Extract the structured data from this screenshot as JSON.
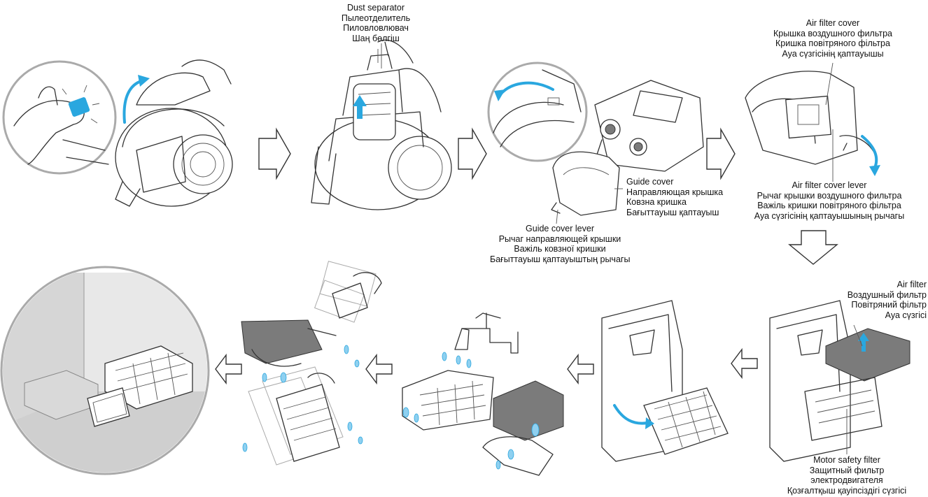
{
  "labels": {
    "dust_separator": [
      "Dust separator",
      "Пылеотделитель",
      "Пиловловлювач",
      "Шаң бөлгіш"
    ],
    "guide_cover": [
      "Guide cover",
      "Направляющая крышка",
      "Ковзна кришка",
      "Бағыттауыш қаптауыш"
    ],
    "guide_cover_lever": [
      "Guide  cover lever",
      "Рычаг направляющей крышки",
      "Важіль ковзної кришки",
      "Бағыттауыш қаптауыштың рычагы"
    ],
    "air_filter_cover": [
      "Air filter cover",
      "Крышка воздушного фильтра",
      "Кришка повітряного фільтра",
      "Ауа сүзгісінің қаптауышы"
    ],
    "air_filter_cover_lever": [
      "Air filter cover lever",
      "Рычаг крышки воздушного фильтра",
      "Важіль кришки повітряного фільтра",
      "Ауа сүзгісінің қаптауышының рычагы"
    ],
    "air_filter": [
      "Air filter",
      "Воздушный фильтр",
      "Повітряний фільтр",
      "Ауа сүзгісі"
    ],
    "motor_safety_filter": [
      "Motor safety filter",
      "Защитный фильтр",
      "электродвигателя",
      "Қозғалтқыш қауіпсіздігі сүзгісі"
    ]
  },
  "colors": {
    "accent": "#2aa7df",
    "filter_gray": "#7b7b7b",
    "line": "#333333"
  },
  "icons": [
    "step-arrow-right",
    "step-arrow-down",
    "step-arrow-left",
    "rotation-arrow",
    "lift-arrow",
    "water-drop"
  ]
}
